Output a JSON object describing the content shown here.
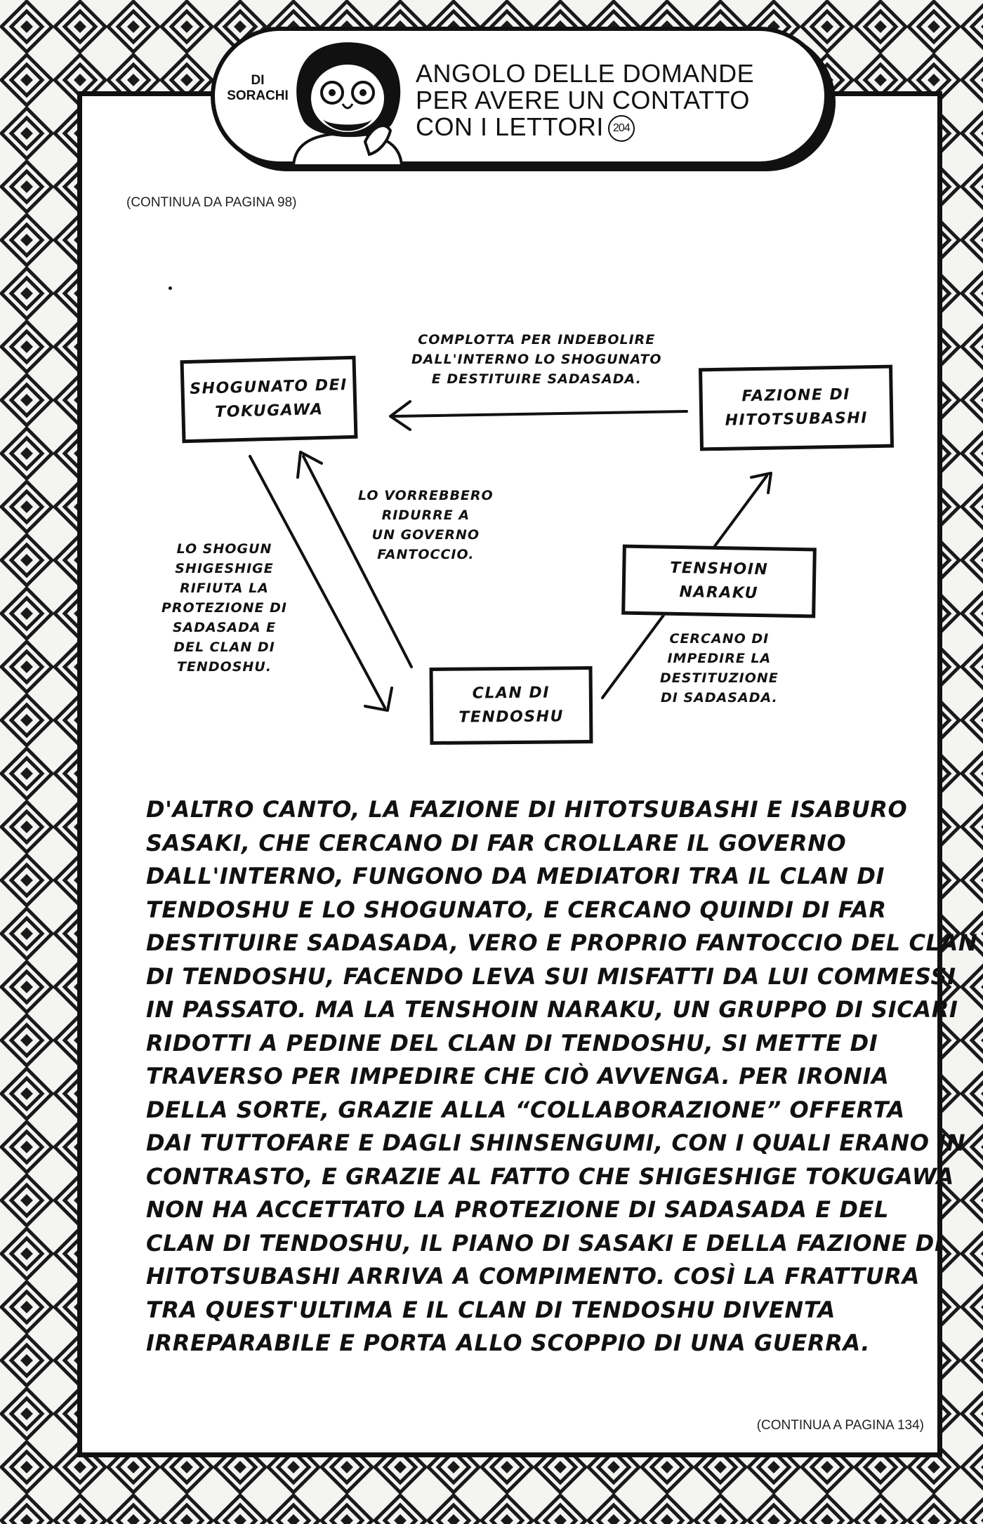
{
  "header": {
    "byline": [
      "DI",
      "SORACHI"
    ],
    "title_lines": [
      "ANGOLO DELLE DOMANDE",
      "PER AVERE UN CONTATTO",
      "CON I LETTORI"
    ],
    "issue_number": "204"
  },
  "continue_from": "(CONTINUA DA PAGINA 98)",
  "continue_to": "(CONTINUA A PAGINA 134)",
  "diagram": {
    "nodes": {
      "shogunato": [
        "SHOGUNATO DEI",
        "TOKUGAWA"
      ],
      "hitotsubashi": [
        "FAZIONE DI",
        "HITOTSUBASHI"
      ],
      "tenshoin": [
        "TENSHOIN",
        "NARAKU"
      ],
      "tendoshu": [
        "CLAN DI",
        "TENDOSHU"
      ]
    },
    "notes": {
      "complotto": [
        "COMPLOTTA PER INDEBOLIRE",
        "DALL'INTERNO LO SHOGUNATO",
        "E DESTITUIRE SADASADA."
      ],
      "fantoccio": [
        "LO VORREBBERO",
        "RIDURRE A",
        "UN GOVERNO",
        "FANTOCCIO."
      ],
      "rifiuta": [
        "LO SHOGUN",
        "SHIGESHIGE",
        "RIFIUTA LA",
        "PROTEZIONE DI",
        "SADASADA E",
        "DEL CLAN DI",
        "TENDOSHU."
      ],
      "impedire": [
        "CERCANO DI",
        "IMPEDIRE LA",
        "DESTITUZIONE",
        "DI SADASADA."
      ]
    }
  },
  "body_lines": [
    "D'ALTRO CANTO, LA FAZIONE DI HITOTSUBASHI E ISABURO",
    "SASAKI, CHE CERCANO DI FAR CROLLARE IL GOVERNO",
    "DALL'INTERNO, FUNGONO DA MEDIATORI TRA IL CLAN DI",
    "TENDOSHU E LO SHOGUNATO, E CERCANO QUINDI DI FAR",
    "DESTITUIRE SADASADA, VERO E PROPRIO FANTOCCIO DEL CLAN",
    "DI TENDOSHU, FACENDO LEVA SUI MISFATTI DA LUI COMMESSI",
    "IN PASSATO. MA LA TENSHOIN NARAKU, UN GRUPPO DI SICARI",
    "RIDOTTI A PEDINE DEL CLAN DI TENDOSHU, SI METTE DI",
    "TRAVERSO PER IMPEDIRE CHE CIÒ AVVENGA. PER IRONIA",
    "DELLA SORTE, GRAZIE ALLA “COLLABORAZIONE” OFFERTA",
    "DAI TUTTOFARE E DAGLI SHINSENGUMI, CON I QUALI ERANO IN",
    "CONTRASTO, E GRAZIE AL FATTO CHE SHIGESHIGE TOKUGAWA",
    "NON HA ACCETTATO LA PROTEZIONE DI SADASADA E DEL",
    "CLAN DI TENDOSHU, IL PIANO DI SASAKI E DELLA FAZIONE DI",
    "HITOTSUBASHI ARRIVA A COMPIMENTO. COSÌ LA FRATTURA",
    "TRA QUEST'ULTIMA E IL CLAN DI TENDOSHU DIVENTA",
    "IRREPARABILE E PORTA ALLO SCOPPIO DI UNA GUERRA."
  ]
}
